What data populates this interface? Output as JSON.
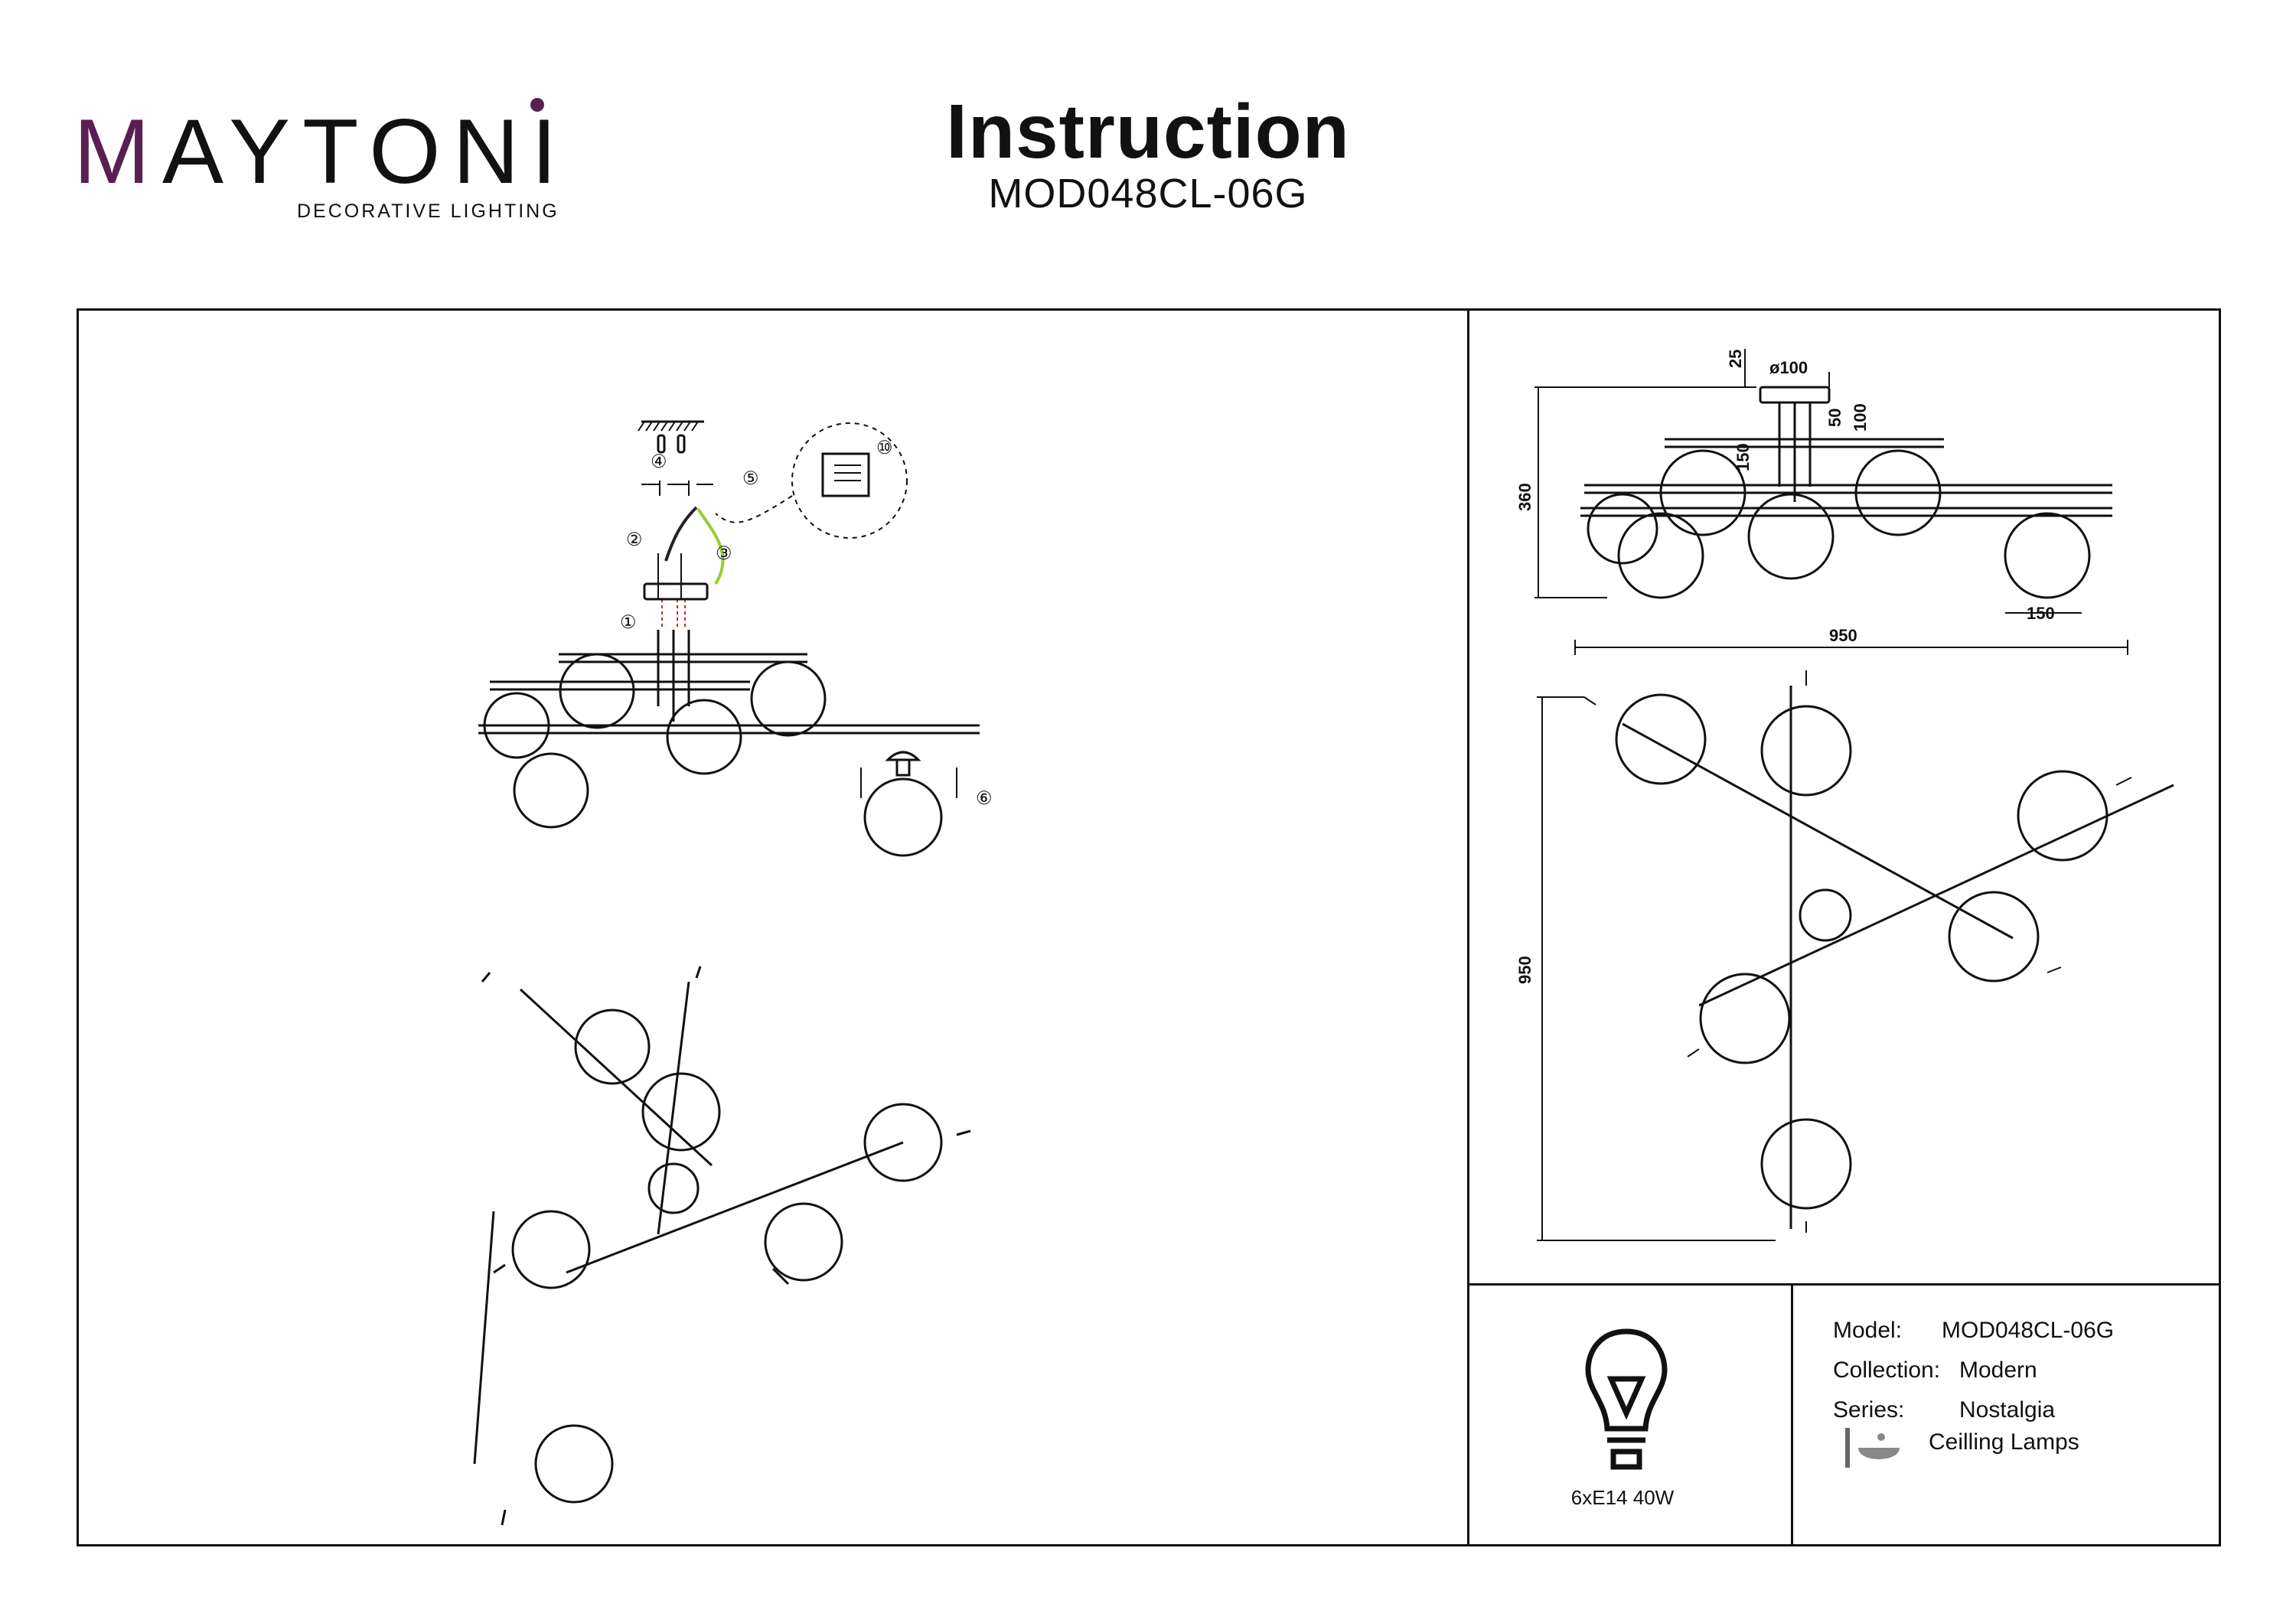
{
  "brand": {
    "name_first": "M",
    "name_rest": "AYTONI",
    "tagline": "DECORATIVE LIGHTING",
    "accent_color": "#5a1f52"
  },
  "header": {
    "title": "Instruction",
    "model_code": "MOD048CL-06G"
  },
  "assembly": {
    "steps": [
      "①",
      "②",
      "③",
      "④",
      "⑤",
      "⑥",
      "⑩"
    ]
  },
  "dimensions": {
    "side_view": {
      "canopy_height": "25",
      "canopy_diameter": "ø100",
      "rod_50": "50",
      "rod_100": "100",
      "stem_150": "150",
      "total_height": "360",
      "globe_diameter": "150",
      "total_width": "950"
    },
    "top_view": {
      "total_depth": "950"
    }
  },
  "bulb": {
    "label": "6xE14 40W",
    "icon": "light-bulb-icon"
  },
  "specs": {
    "model_label": "Model:",
    "model_value": "MOD048CL-06G",
    "collection_label": "Collection:",
    "collection_value": "Modern",
    "series_label": "Series:",
    "series_value": "Nostalgia",
    "type_value": "Ceilling Lamps",
    "type_icon": "ceiling-lamp-icon"
  }
}
